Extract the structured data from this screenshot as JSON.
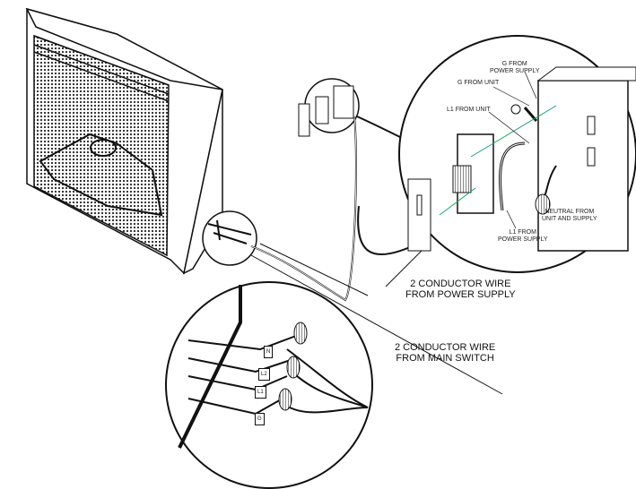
{
  "labels": {
    "g_from_power_supply": [
      "G FROM",
      "POWER SUPPLY"
    ],
    "g_from_unit": "G FROM UNIT",
    "l1_from_unit": "L1 FROM UNIT",
    "l1_from_power_supply": [
      "L1 FROM",
      "POWER SUPPLY"
    ],
    "neutral": [
      "NEUTRAL FROM",
      "UNIT AND SUPPLY"
    ],
    "wire_power_supply": [
      "2 CONDUCTOR WIRE",
      "FROM POWER SUPPLY"
    ],
    "wire_main_switch": [
      "2 CONDUCTOR WIRE",
      "FROM MAIN SWITCH"
    ]
  },
  "wire_tags": [
    "N",
    "L2",
    "L1",
    "G"
  ],
  "colors": {
    "line": "#111111",
    "guide": "#1aa56a"
  }
}
